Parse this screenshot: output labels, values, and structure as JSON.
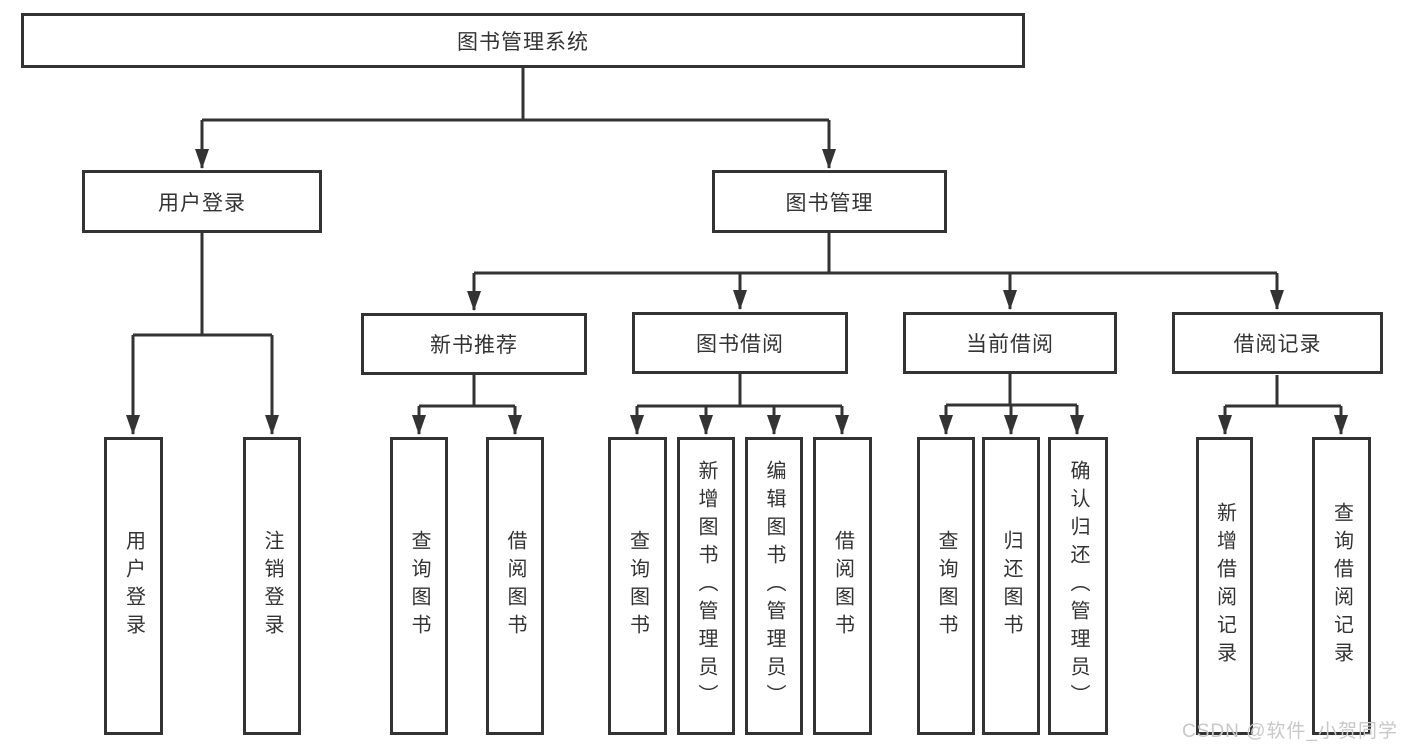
{
  "diagram_type": "hierarchy-tree",
  "tree": {
    "root": {
      "label": "图书管理系统",
      "children": [
        {
          "label": "用户登录",
          "children": [
            {
              "label": "用户登录"
            },
            {
              "label": "注销登录"
            }
          ]
        },
        {
          "label": "图书管理",
          "children": [
            {
              "label": "新书推荐",
              "children": [
                {
                  "label": "查询图书"
                },
                {
                  "label": "借阅图书"
                }
              ]
            },
            {
              "label": "图书借阅",
              "children": [
                {
                  "label": "查询图书"
                },
                {
                  "label": "新增图书（管理员）"
                },
                {
                  "label": "编辑图书（管理员）"
                },
                {
                  "label": "借阅图书"
                }
              ]
            },
            {
              "label": "当前借阅",
              "children": [
                {
                  "label": "查询图书"
                },
                {
                  "label": "归还图书"
                },
                {
                  "label": "确认归还（管理员）"
                }
              ]
            },
            {
              "label": "借阅记录",
              "children": [
                {
                  "label": "新增借阅记录"
                },
                {
                  "label": "查询借阅记录"
                }
              ]
            }
          ]
        }
      ]
    }
  },
  "watermark": {
    "text": "CSDN @软件_小贺同学"
  },
  "colors": {
    "line": "#333333",
    "box_border": "#333333",
    "box_background": "#ffffff",
    "text": "#333333",
    "watermark_text": "#c8c8c8"
  }
}
